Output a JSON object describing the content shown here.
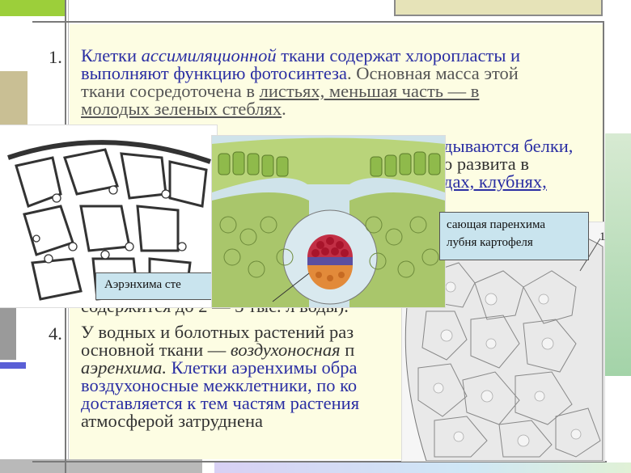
{
  "points": {
    "p1": {
      "number": "1.",
      "line1_a": "Клетки ",
      "line1_i": "ассимиляционной",
      "line1_b": " ткани содержат хлоропласты и",
      "line2_a": "выполняют функцию фотосинтеза",
      "line2_b": ". Основная масса этой",
      "line3_a": "ткани сосредоточена в ",
      "line3_u": "листьях, меньшая часть — в",
      "line4_u": "молодых зеленых стеблях",
      "line4_b": "."
    },
    "p2_visible": {
      "line1": "дываются белки,",
      "line2": "о развита в",
      "line3_u": "дах, клубнях,"
    },
    "p3_visible": {
      "line": "содержится до 2 — 3 тыс. л воды)."
    },
    "p4": {
      "number": "4.",
      "line1": "У водных и болотных растений раз",
      "line2_a": "основной ткани — ",
      "line2_i": "воздухоносная",
      "line2_b": " п",
      "line3_i": "аэренхима.",
      "line3_b": " Клетки аэренхимы обра",
      "line4": "воздухоносные межклетники, по ко",
      "line5": "доставляется к тем частям растения",
      "line6": "атмосферой затруднена"
    }
  },
  "captions": {
    "aerenchyma": "Аэрэнхима сте",
    "storage": "сающая паренхима\nлубня картофеля"
  },
  "figure_label": "1",
  "colors": {
    "text_blue": "#2a2ea3",
    "slide_bg": "#fdfde3",
    "caption_bg": "#c9e4ee"
  }
}
